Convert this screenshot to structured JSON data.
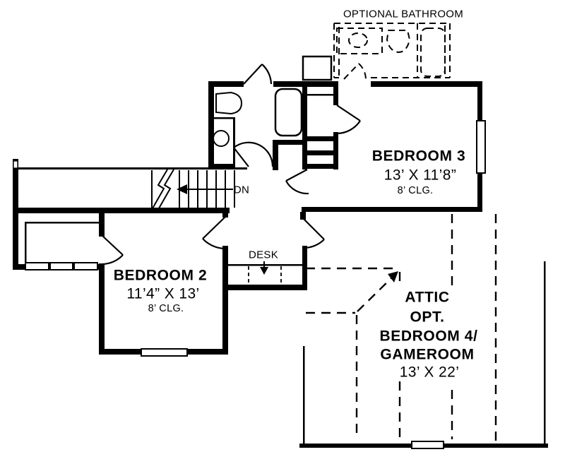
{
  "labels": {
    "optional_bathroom": "OPTIONAL BATHROOM",
    "dn": "DN",
    "desk": "DESK"
  },
  "rooms": {
    "bedroom3": {
      "name": "BEDROOM 3",
      "dims": "13’ X 11’8”",
      "ceiling": "8’ CLG."
    },
    "bedroom2": {
      "name": "BEDROOM 2",
      "dims": "11’4” X 13’",
      "ceiling": "8’ CLG."
    },
    "attic": {
      "line1": "ATTIC",
      "line2": "OPT.",
      "line3": "BEDROOM 4/",
      "line4": "GAMEROOM",
      "dims": "13’ X 22’"
    }
  },
  "colors": {
    "ink": "#000000",
    "paper": "#ffffff"
  }
}
